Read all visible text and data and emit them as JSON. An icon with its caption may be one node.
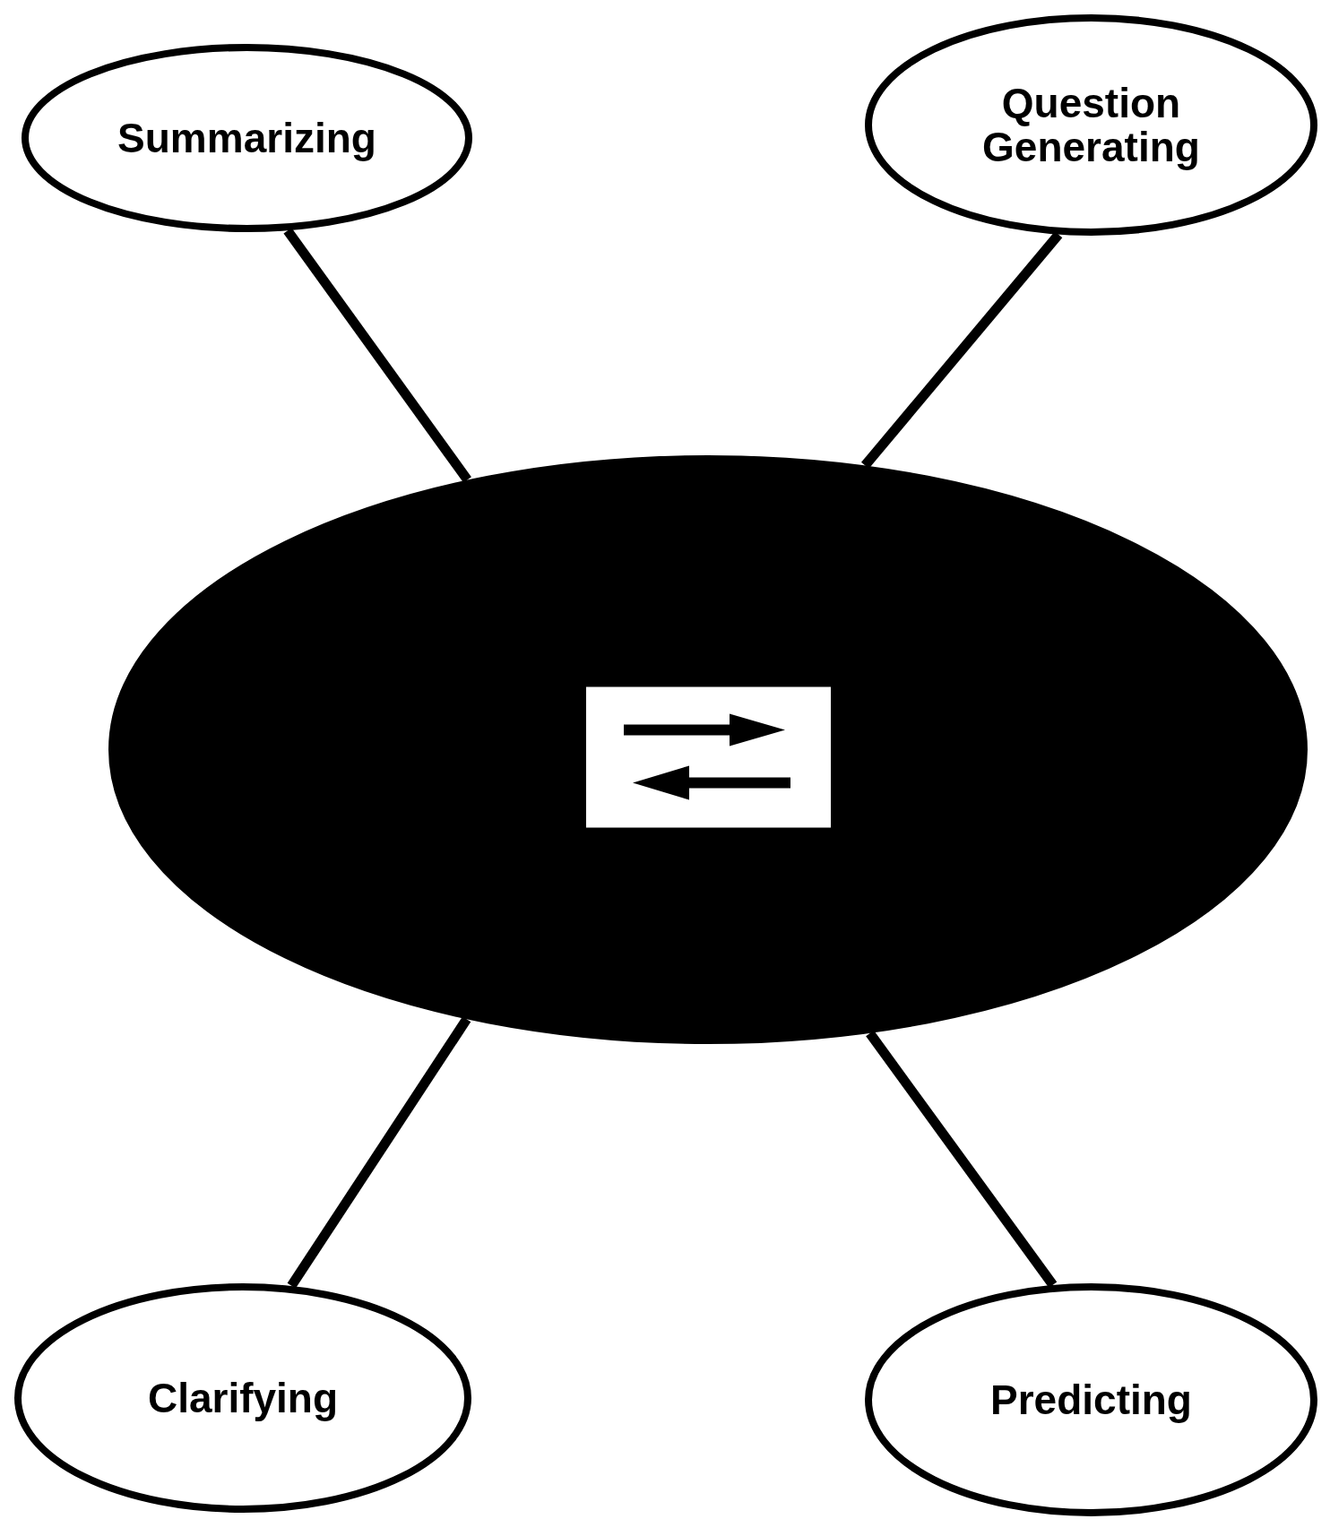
{
  "diagram": {
    "nodes": [
      {
        "text": [
          "Summarizing"
        ]
      },
      {
        "text": [
          "Question Generating"
        ]
      },
      {
        "text": [],
        "shape": "ellipse"
      },
      {
        "text": [
          "Clarifying"
        ]
      },
      {
        "text": [
          "Predicting"
        ]
      }
    ],
    "edges": [
      {
        "from": 2,
        "to": 0,
        "arrow": "none"
      },
      {
        "from": 2,
        "to": 1,
        "arrow": "none"
      },
      {
        "from": 2,
        "to": 3,
        "arrow": "none"
      },
      {
        "from": 2,
        "to": 4,
        "arrow": "none"
      }
    ]
  }
}
